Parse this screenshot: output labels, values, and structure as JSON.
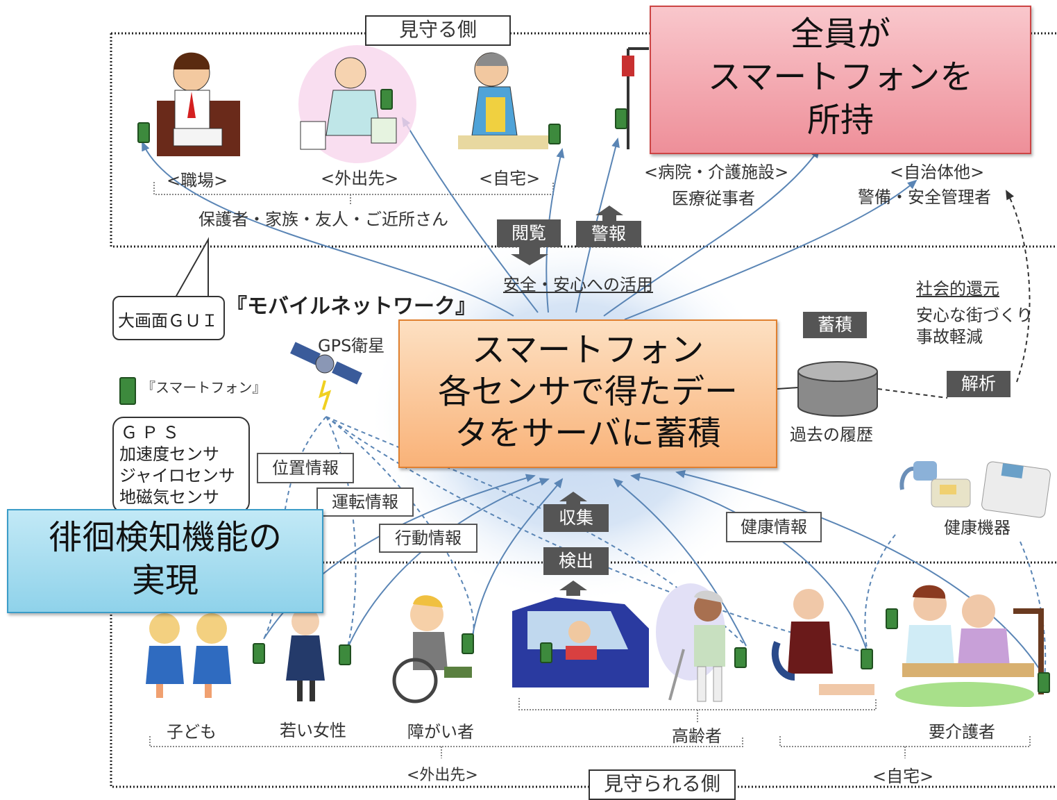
{
  "watching_side": {
    "title": "見守る側",
    "places": [
      "<職場>",
      "<外出先>",
      "<自宅>",
      "<病院・介護施設>",
      "<自治体他>"
    ],
    "family_group": "保護者・家族・友人・ご近所さん",
    "medical_staff": "医療従事者",
    "security_staff": "警備・安全管理者"
  },
  "watched_side": {
    "title": "見守られる側",
    "people": [
      "子ども",
      "若い女性",
      "障がい者",
      "高齢者",
      "要介護者"
    ],
    "outing": "<外出先>",
    "home": "<自宅>"
  },
  "center": {
    "usage": "安全・安心への活用",
    "network_title": "『モバイルネットワーク』",
    "gps_satellite": "GPS衛星",
    "smartphone_label": "『スマートフォン』",
    "big_gui": "大画面ＧＵＩ",
    "history": "過去の履歴",
    "health_devices": "健康機器"
  },
  "sensors": [
    "ＧＰＳ",
    "加速度センサ",
    "ジャイロセンサ",
    "地磁気センサ"
  ],
  "tags": {
    "browse": "閲覧",
    "alert": "警報",
    "store": "蓄積",
    "analyze": "解析",
    "collect": "収集",
    "detect": "検出",
    "position_info": "位置情報",
    "driving_info": "運転情報",
    "behavior_info": "行動情報",
    "health_info": "健康情報"
  },
  "social": {
    "title": "社会的還元",
    "line1": "安心な街づくり",
    "line2": "事故軽減"
  },
  "callouts": {
    "all_smartphone": "全員が\nスマートフォンを\n所持",
    "server": "スマートフォン\n各センサで得たデー\nタをサーバに蓄積",
    "wandering": "徘徊検知機能の\n実現"
  },
  "colors": {
    "pink_callout": "#f3a0a8",
    "orange_callout": "#fbc08a",
    "blue_callout": "#a6dcee",
    "cloud": "#bcd3ee",
    "arrow": "#5a85b5"
  }
}
